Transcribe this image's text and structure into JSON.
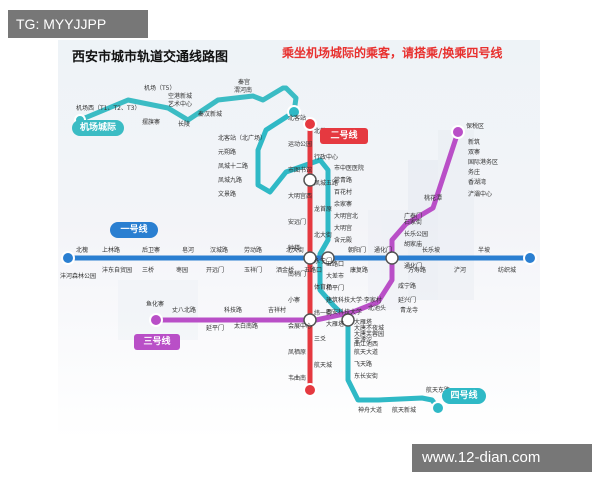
{
  "watermark_top": "TG: MYYJJPP",
  "watermark_bottom": "www.12-dian.com",
  "map": {
    "title": "西安市城市轨道交通线路图",
    "notice": "乘坐机场城际的乘客，请搭乘/换乘四号线",
    "lines": {
      "line1": {
        "name": "一号线",
        "color": "#2a7fd1"
      },
      "line2": {
        "name": "二号线",
        "color": "#e53940"
      },
      "line3": {
        "name": "三号线",
        "color": "#b94fc7"
      },
      "line4": {
        "name": "四号线",
        "color": "#2fb9c6"
      },
      "airport": {
        "name": "机场城际",
        "color": "#3bbcc4"
      }
    },
    "stations": {
      "line1": [
        "北槐",
        "沣东自贸园",
        "上林路",
        "三桥",
        "后卫寨",
        "枣园",
        "皂河",
        "开远门",
        "汉城路",
        "玉祥门",
        "劳动路",
        "洒金桥",
        "北大街",
        "五路口",
        "朝阳门",
        "康复路",
        "通化门",
        "万寿路",
        "长乐坡",
        "浐河",
        "半坡",
        "纺织城",
        "沣河森林公园"
      ],
      "line2": [
        "北客站",
        "北苑",
        "运动公园",
        "行政中心",
        "市图书馆",
        "凤城五路",
        "大明宫西",
        "龙首原",
        "安远门",
        "北大街",
        "钟楼",
        "永宁门",
        "南稍门",
        "体育场",
        "小寨",
        "纬一街",
        "会展中心",
        "三爻",
        "凤栖原",
        "航天城",
        "韦曲南"
      ],
      "line3": [
        "保税区",
        "新筑",
        "双寨",
        "国际港务区",
        "务庄",
        "香湖湾",
        "浐灞中心",
        "桃花潭",
        "广泰门",
        "长乐公园",
        "石家街",
        "胡家庙",
        "通化门",
        "咸宁路",
        "延兴门",
        "青龙寺",
        "北池头",
        "大雁塔",
        "大唐芙蓉园",
        "曲江池西",
        "延平门",
        "科技路",
        "太白南路",
        "吉祥村",
        "鱼化寨",
        "丈八北路",
        "三号线"
      ],
      "line4": [
        "北客站（北广场）",
        "元朔路",
        "凤城十二路",
        "凤城九路",
        "文景路",
        "市中医医院",
        "常青路",
        "百花村",
        "余家寨",
        "大明宫北",
        "大明宫",
        "含元殿",
        "五路口",
        "大差市",
        "和平门",
        "建筑科技大学·李家村",
        "西安科技大学",
        "大雁塔",
        "大唐不夜城",
        "金滹沱",
        "航天大道",
        "飞天路",
        "东长安街",
        "神舟大道",
        "航天新城",
        "航天东路"
      ],
      "airport": [
        "机场（T5）",
        "机场西（T1、T2、T3）",
        "空港新城",
        "艺术中心",
        "摆旗寨",
        "长陵",
        "秦汉新城",
        "渭河南",
        "秦宫"
      ]
    }
  }
}
